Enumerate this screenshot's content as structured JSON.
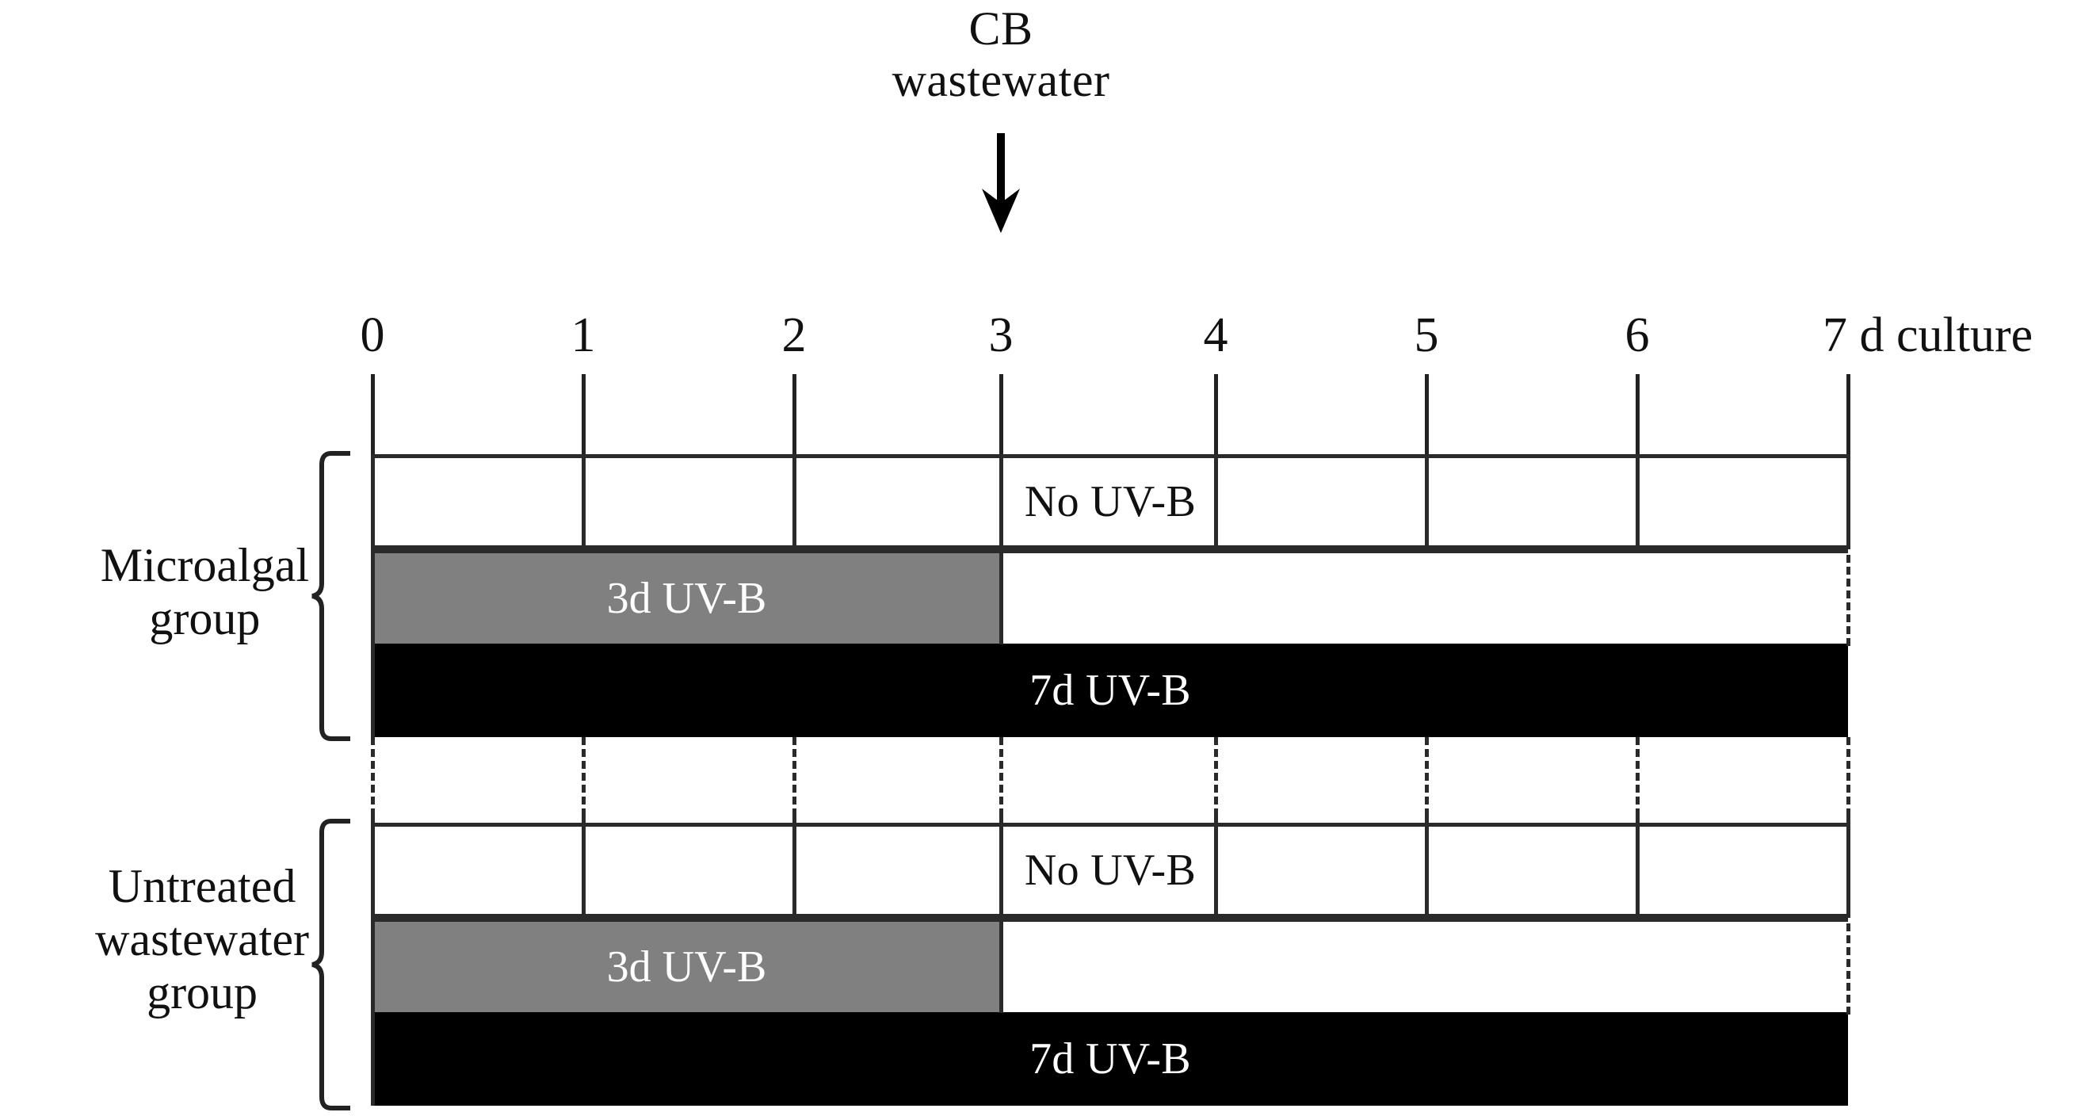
{
  "figure": {
    "type": "experimental-timeline-diagram",
    "colors": {
      "grey_bar": "#808080",
      "black_bar": "#000000",
      "white_bar": "#ffffff",
      "line": "#2a2a2a",
      "text": "#111111",
      "bar_text_on_dark": "#ffffff"
    }
  },
  "annotation": {
    "line1": "CB",
    "line2": "wastewater",
    "arrow_icon": "down-arrow-icon",
    "points_at_day": 3
  },
  "axis": {
    "label": "7 d culture",
    "unit_suffix": "d culture",
    "ticks": [
      "0",
      "1",
      "2",
      "3",
      "4",
      "5",
      "6",
      "7"
    ],
    "tick_values": [
      0,
      1,
      2,
      3,
      4,
      5,
      6,
      7
    ],
    "range": [
      0,
      7
    ]
  },
  "groups": [
    {
      "id": "microalgal",
      "label_lines": [
        "Microalgal",
        "group"
      ],
      "brace_icon": "left-curly-brace-icon",
      "treatments": [
        {
          "id": "no-uvb",
          "label": "No UV-B",
          "fill": "white",
          "start_day": 0,
          "end_day": 7
        },
        {
          "id": "3d-uvb",
          "label": "3d UV-B",
          "fill": "grey",
          "start_day": 0,
          "end_day": 3
        },
        {
          "id": "7d-uvb",
          "label": "7d UV-B",
          "fill": "black",
          "start_day": 0,
          "end_day": 7
        }
      ]
    },
    {
      "id": "untreated-wastewater",
      "label_lines": [
        "Untreated",
        "wastewater",
        "group"
      ],
      "brace_icon": "left-curly-brace-icon",
      "treatments": [
        {
          "id": "no-uvb",
          "label": "No UV-B",
          "fill": "white",
          "start_day": 0,
          "end_day": 7
        },
        {
          "id": "3d-uvb",
          "label": "3d UV-B",
          "fill": "grey",
          "start_day": 0,
          "end_day": 3
        },
        {
          "id": "7d-uvb",
          "label": "7d UV-B",
          "fill": "black",
          "start_day": 0,
          "end_day": 7
        }
      ]
    }
  ],
  "chart_data": {
    "type": "bar",
    "title": "",
    "xlabel": "7 d culture",
    "ylabel": "",
    "xlim": [
      0,
      7
    ],
    "grid": true,
    "legend": "none",
    "categories": [
      "Microalgal / No UV-B",
      "Microalgal / 3d UV-B",
      "Microalgal / 7d UV-B",
      "Untreated wastewater / No UV-B",
      "Untreated wastewater / 3d UV-B",
      "Untreated wastewater / 7d UV-B"
    ],
    "values": [
      7,
      3,
      7,
      7,
      3,
      7
    ],
    "bar_fills": [
      "white",
      "grey",
      "black",
      "white",
      "grey",
      "black"
    ],
    "annotations": [
      {
        "text": "CB wastewater",
        "at_x": 3,
        "marker": "down-arrow"
      }
    ],
    "tick_labels": [
      "0",
      "1",
      "2",
      "3",
      "4",
      "5",
      "6",
      "7"
    ]
  }
}
